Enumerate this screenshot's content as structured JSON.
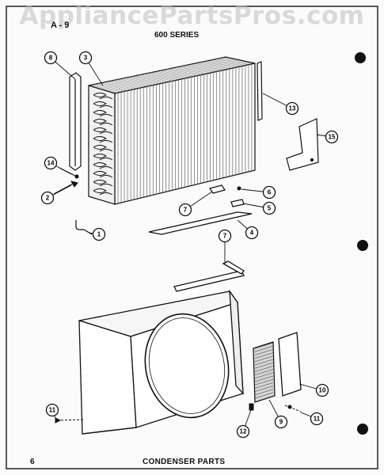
{
  "watermark": "AppliancePartsPros.com",
  "header": {
    "page_id": "A - 9",
    "series": "600 SERIES"
  },
  "footer": {
    "page_number": "6",
    "title": "CONDENSER PARTS"
  },
  "callouts": [
    "8",
    "3",
    "13",
    "15",
    "14",
    "2",
    "6",
    "5",
    "7",
    "4",
    "1",
    "7",
    "10",
    "11",
    "11",
    "12",
    "9"
  ],
  "colors": {
    "ink": "#111111",
    "paper": "#fbfbfb",
    "watermark": "#bebebe"
  }
}
